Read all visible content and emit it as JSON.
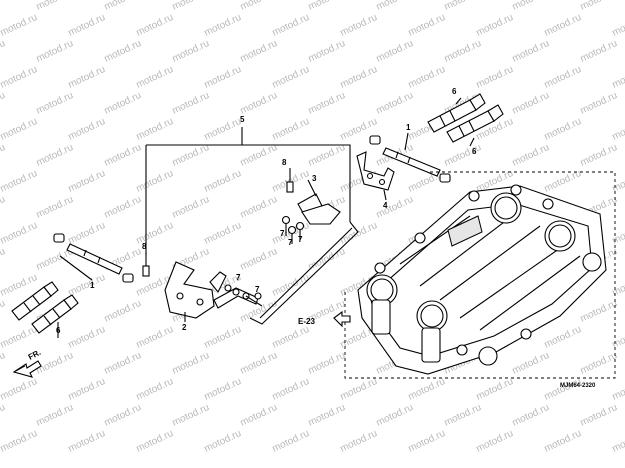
{
  "watermark": {
    "text": "motod.ru",
    "color": "#b9b9b9"
  },
  "callouts": {
    "c1a": "1",
    "c1b": "1",
    "c2": "2",
    "c3": "3",
    "c4": "4",
    "c5": "5",
    "c6a": "6",
    "c6b": "6",
    "c6c": "6",
    "c7a": "7",
    "c7b": "7",
    "c7c": "7",
    "c7d": "7",
    "c7e": "7",
    "c8a": "8",
    "c8b": "8"
  },
  "reference": {
    "code": "E-23"
  },
  "direction": {
    "label": "FR."
  },
  "diagram_code": "MJM64-2320",
  "colors": {
    "line": "#000000",
    "part_fill": "#ffffff",
    "shade": "#e6e6e6"
  }
}
